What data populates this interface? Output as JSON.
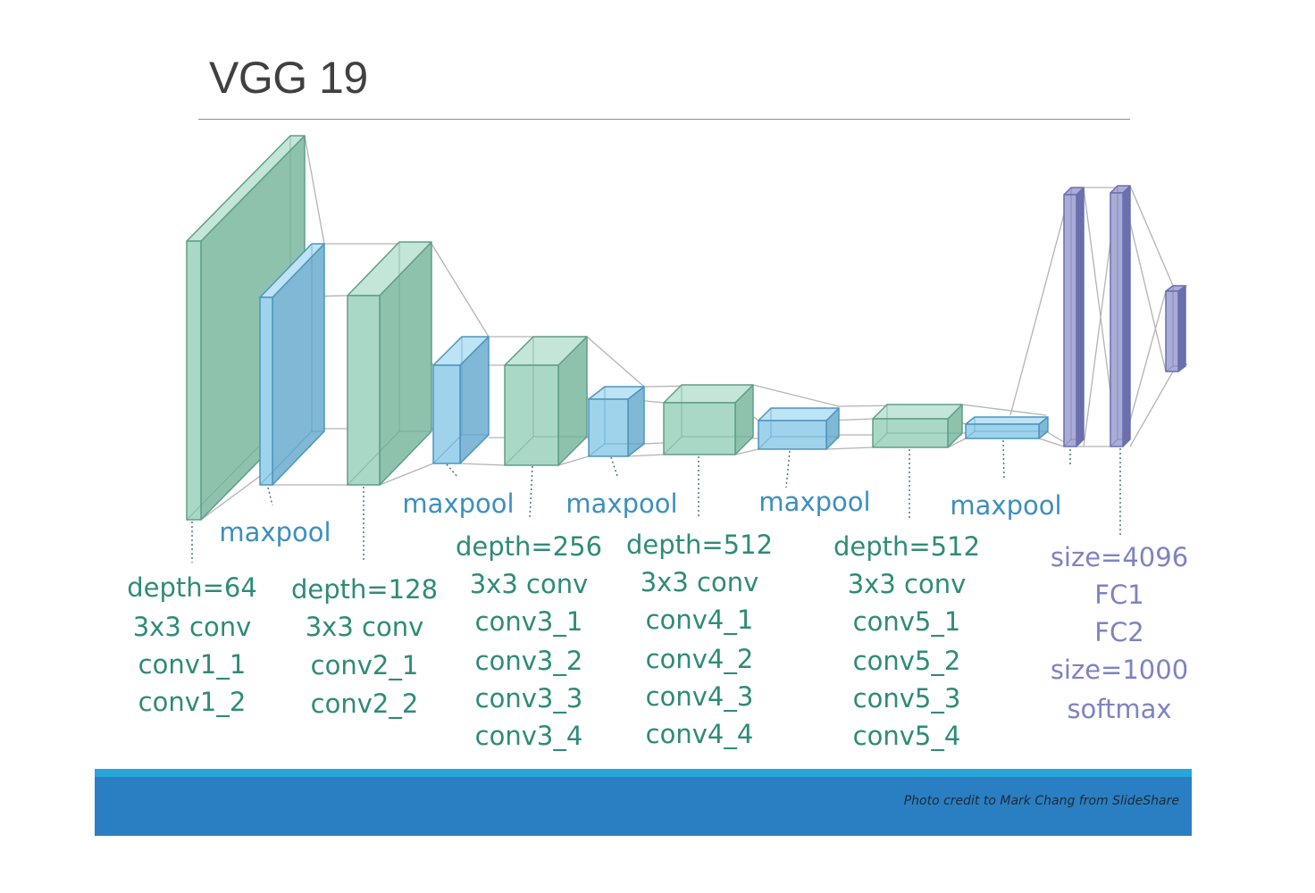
{
  "title": "VGG 19",
  "colors": {
    "conv_face": "#a9d9c6",
    "conv_side": "#8fc2ad",
    "conv_top": "#c3e6d8",
    "conv_edge": "#5e9e88",
    "pool_face": "#9fd3ec",
    "pool_side": "#80b8d6",
    "pool_top": "#bde3f4",
    "pool_edge": "#4c95bd",
    "fc_face": "#a9acd6",
    "fc_edge": "#6a6fae",
    "footer": "#2a7fc2",
    "footer_stripe": "#27a6dc"
  },
  "maxpool_label": "maxpool",
  "blocks": {
    "b1": {
      "lines": [
        "depth=64",
        "3x3 conv",
        "conv1_1",
        "conv1_2"
      ]
    },
    "b2": {
      "lines": [
        "depth=128",
        "3x3 conv",
        "conv2_1",
        "conv2_2"
      ]
    },
    "b3": {
      "lines": [
        "depth=256",
        "3x3 conv",
        "conv3_1",
        "conv3_2",
        "conv3_3",
        "conv3_4"
      ]
    },
    "b4": {
      "lines": [
        "depth=512",
        "3x3 conv",
        "conv4_1",
        "conv4_2",
        "conv4_3",
        "conv4_4"
      ]
    },
    "b5": {
      "lines": [
        "depth=512",
        "3x3 conv",
        "conv5_1",
        "conv5_2",
        "conv5_3",
        "conv5_4"
      ]
    }
  },
  "fc": {
    "lines": [
      "size=4096",
      "FC1",
      "FC2",
      "size=1000",
      "softmax"
    ]
  },
  "credit": "Photo credit to Mark Chang from SlideShare"
}
